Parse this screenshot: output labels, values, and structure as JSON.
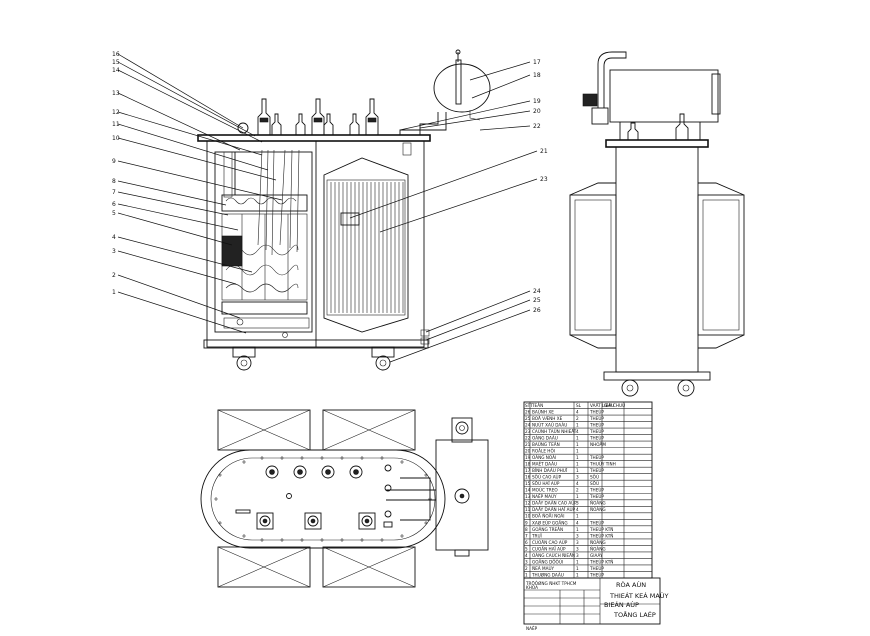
{
  "callouts_left": [
    "16",
    "15",
    "14",
    "13",
    "12",
    "11",
    "10",
    "9",
    "8",
    "7",
    "6",
    "5",
    "4",
    "3",
    "2",
    "1"
  ],
  "callouts_right": [
    "17",
    "18",
    "19",
    "20",
    "22",
    "21",
    "23",
    "24",
    "25",
    "26"
  ],
  "title_block": {
    "line1": "RÒA AÙN",
    "line2": "THIEÁT KEÁ MAÙY",
    "line3": "BIEÁN AÙP",
    "line4": "TOÅNG LAÉP",
    "note_left1": "TRÖÔØNG ÑHKT TPHCM",
    "note_left2": "KHOA",
    "label_bottom": "NAÉP"
  },
  "parts_table": {
    "header": [
      "STT",
      "TEÂN",
      "SL",
      "VAÄT LIEÄU",
      "GHI CHUÙ"
    ],
    "rows": [
      [
        "26",
        "BAÙNH XE",
        "4",
        "THEÙP",
        ""
      ],
      [
        "25",
        "BOÄ VÆNH XE",
        "2",
        "THEÙP",
        ""
      ],
      [
        "24",
        "NUÙT XAÛ DAÀU",
        "1",
        "THEÙP",
        ""
      ],
      [
        "23",
        "CAÙNH TAÛN NHIEÄT",
        "4",
        "THEÙP",
        ""
      ],
      [
        "22",
        "OÁNG DAÀU",
        "1",
        "THEÙP",
        ""
      ],
      [
        "21",
        "BAÛNG TEÂN",
        "1",
        "NHOÂM",
        ""
      ],
      [
        "20",
        "ROÂLE HÔI",
        "1",
        "",
        ""
      ],
      [
        "19",
        "OÁNG NOÁI",
        "1",
        "THEÙP",
        ""
      ],
      [
        "18",
        "MAÉT DAÀU",
        "1",
        "THUÛY TINH",
        ""
      ],
      [
        "17",
        "BÌNH DAÀU PHUÏ",
        "1",
        "THEÙP",
        ""
      ],
      [
        "16",
        "SÖÙ CAO AÙP",
        "3",
        "SÖÙ",
        ""
      ],
      [
        "15",
        "SÖÙ HAÏ AÙP",
        "4",
        "SÖÙ",
        ""
      ],
      [
        "14",
        "MOÙC TREO",
        "2",
        "THEÙP",
        ""
      ],
      [
        "13",
        "NAÉP MAÙY",
        "1",
        "THEÙP",
        ""
      ],
      [
        "12",
        "DAÂY DAÃN CAO AÙP",
        "3",
        "ÑOÀNG",
        ""
      ],
      [
        "11",
        "DAÂY DAÃN HAÏ AÙP",
        "4",
        "ÑOÀNG",
        ""
      ],
      [
        "10",
        "BOÄ ÑOÅI NOÁI",
        "1",
        "",
        ""
      ],
      [
        "9",
        "XAØ EÙP GOÂNG",
        "4",
        "THEÙP",
        ""
      ],
      [
        "8",
        "GOÂNG TREÂN",
        "1",
        "THEÙP KTÑ",
        ""
      ],
      [
        "7",
        "TRUÏ",
        "3",
        "THEÙP KTÑ",
        ""
      ],
      [
        "6",
        "CUOÄN CAO AÙP",
        "3",
        "ÑOÀNG",
        ""
      ],
      [
        "5",
        "CUOÄN HAÏ AÙP",
        "3",
        "ÑOÀNG",
        ""
      ],
      [
        "4",
        "OÁNG CAÙCH ÑIEÄN",
        "3",
        "GIAÁY",
        ""
      ],
      [
        "3",
        "GOÂNG DÖÔÙI",
        "1",
        "THEÙP KTÑ",
        ""
      ],
      [
        "2",
        "ÑEÁ MAÙY",
        "1",
        "THEÙP",
        ""
      ],
      [
        "1",
        "THUØNG DAÀU",
        "1",
        "THEÙP",
        ""
      ]
    ]
  },
  "colors": {
    "line": "#111111",
    "background": "#ffffff"
  }
}
